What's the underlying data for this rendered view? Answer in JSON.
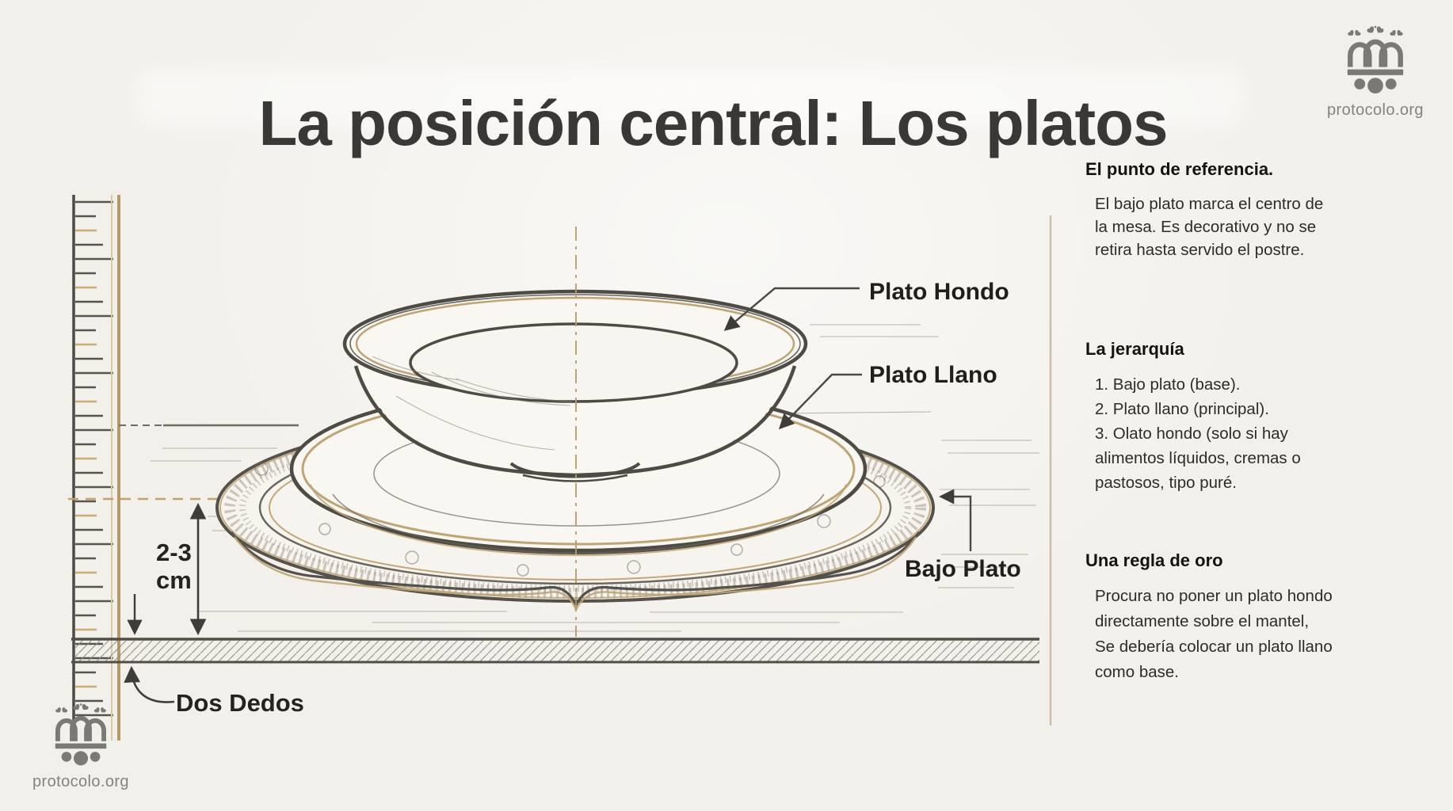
{
  "title": "La posición central: Los platos",
  "brand": {
    "name": "protocolo.org"
  },
  "diagram": {
    "labels": {
      "plato_hondo": "Plato Hondo",
      "plato_llano": "Plato Llano",
      "bajo_plato": "Bajo Plato",
      "gap_measure": "2-3",
      "gap_measure_unit": "cm",
      "dos_dedos": "Dos Dedos"
    }
  },
  "panel": {
    "sections": [
      {
        "heading": "El punto de referencia.",
        "lines": [
          "El bajo plato marca el centro de",
          "la mesa. Es decorativo y no se",
          "retira hasta servido el postre."
        ]
      },
      {
        "heading": "La jerarquía",
        "lines": [
          "1. Bajo plato (base).",
          "2. Plato llano (principal).",
          "3. Olato hondo (solo si hay",
          "alimentos líquidos, cremas o",
          "pastosos, tipo puré."
        ]
      },
      {
        "heading": "Una regla de oro",
        "lines": [
          "Procura no poner un plato hondo",
          "directamente sobre el mantel,",
          "Se debería colocar un plato llano",
          "como base."
        ]
      }
    ]
  },
  "colors": {
    "background": "#f2f0eb",
    "ink": "#3a3836",
    "line_gray": "#55524c",
    "accent_gold": "#bfa571",
    "logo_gray": "#7b7975"
  }
}
